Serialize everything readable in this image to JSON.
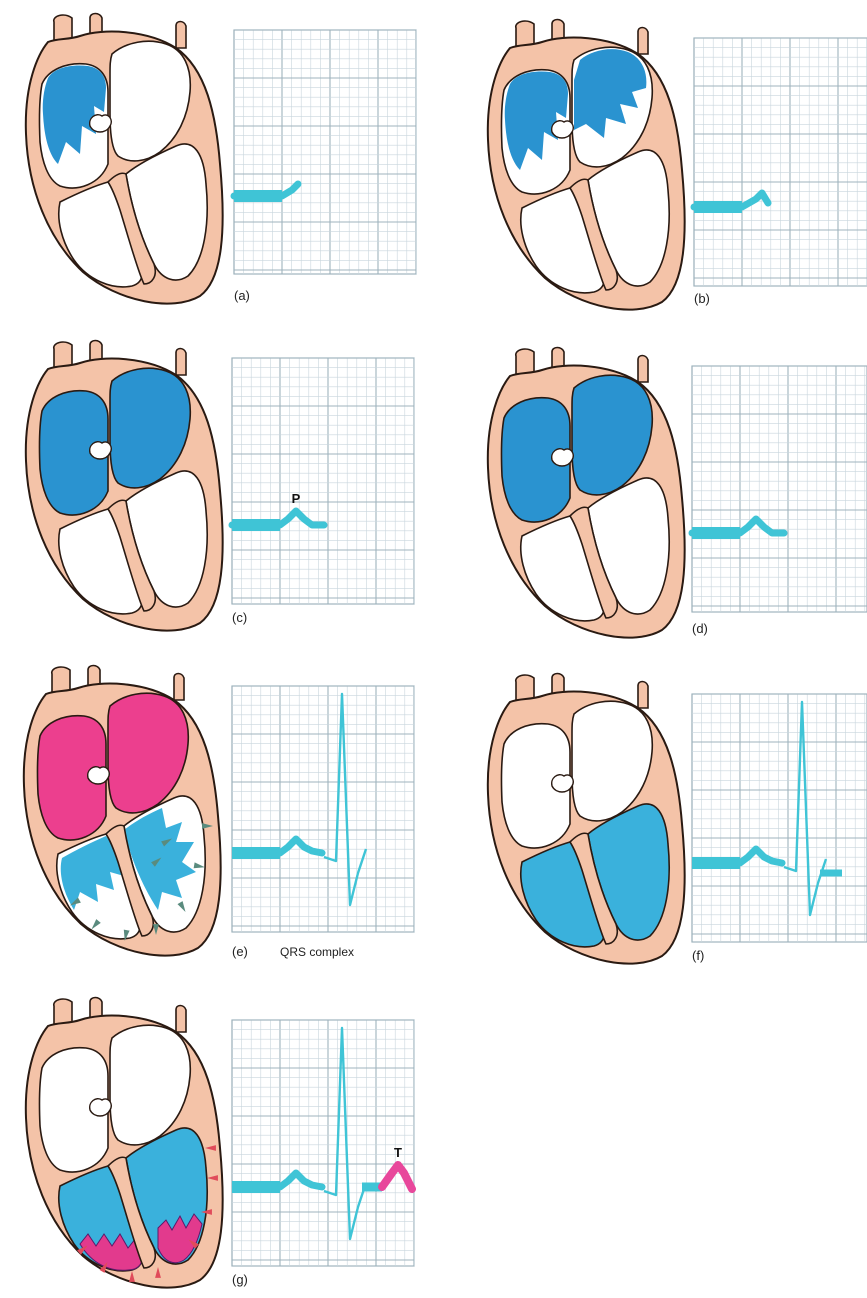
{
  "colors": {
    "paper": "#ffffff",
    "grid_minor": "#c9d6dd",
    "grid_major": "#9fb3bd",
    "heart_wall": "#f4c3a8",
    "heart_outline": "#2a1a12",
    "depolarized_atria": "#2a93d0",
    "ventricle_depolarized": "#3ab1dc",
    "atria_repolarized": "#ec3f8e",
    "ventricle_repolarizing": "#e23a8d",
    "trace": "#3fc4d6",
    "trace_t_wave": "#e8479b",
    "arrow_green": "#5a8b7e",
    "arrow_red": "#e04b5a"
  },
  "panels": [
    {
      "id": "a",
      "label": "(a)",
      "atria_fill": "partial_right",
      "atria_color": "depolarized_atria",
      "ventricle_fill": "none",
      "trace": "baseline_rise",
      "wave_label": "",
      "caption": ""
    },
    {
      "id": "b",
      "label": "(b)",
      "atria_fill": "spreading",
      "atria_color": "depolarized_atria",
      "ventricle_fill": "none",
      "trace": "p_rising",
      "wave_label": "",
      "caption": ""
    },
    {
      "id": "c",
      "label": "(c)",
      "atria_fill": "full",
      "atria_color": "depolarized_atria",
      "ventricle_fill": "none",
      "trace": "p_wave",
      "wave_label": "P",
      "caption": ""
    },
    {
      "id": "d",
      "label": "(d)",
      "atria_fill": "full",
      "atria_color": "depolarized_atria",
      "ventricle_fill": "none",
      "trace": "p_wave_flat",
      "wave_label": "",
      "caption": ""
    },
    {
      "id": "e",
      "label": "(e)",
      "atria_fill": "full",
      "atria_color": "atria_repolarized",
      "ventricle_fill": "partial",
      "trace": "qrs",
      "wave_label": "",
      "caption": "QRS complex"
    },
    {
      "id": "f",
      "label": "(f)",
      "atria_fill": "none",
      "atria_color": "depolarized_atria",
      "ventricle_fill": "full",
      "trace": "qrs_flat",
      "wave_label": "",
      "caption": ""
    },
    {
      "id": "g",
      "label": "(g)",
      "atria_fill": "none",
      "atria_color": "depolarized_atria",
      "ventricle_fill": "repolarizing",
      "trace": "t_wave",
      "wave_label": "T",
      "caption": ""
    }
  ]
}
